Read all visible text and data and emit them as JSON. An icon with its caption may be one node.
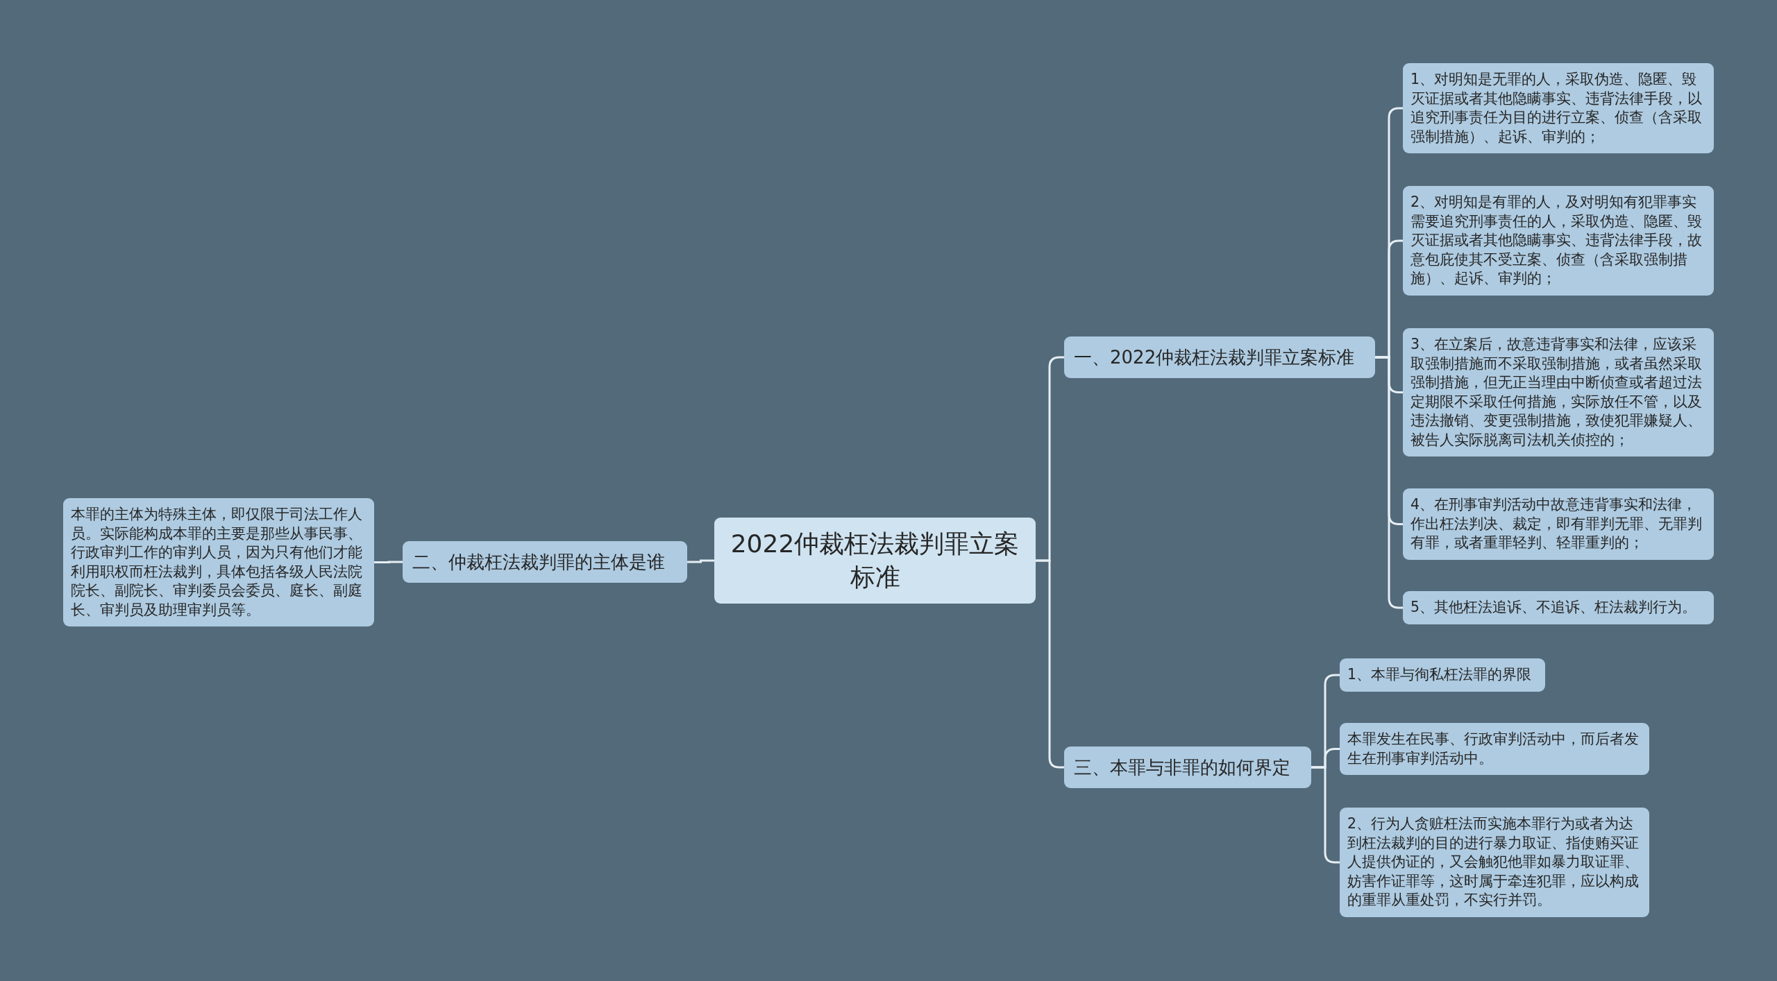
{
  "diagram": {
    "nodes": [
      {
        "text": [
          "2022仲裁枉法裁判罪立案标准"
        ]
      },
      {
        "text": [
          "一、2022仲裁枉法裁判罪立案标准"
        ]
      },
      {
        "text": [
          "1、对明知是无罪的人，采取伪造、隐匿、毁灭证据或者其他隐瞒事实、违背法律手段，以追究刑事责任为目的进行立案、侦查（含采取强制措施）、起诉、审判的；"
        ]
      },
      {
        "text": [
          "2、对明知是有罪的人，及对明知有犯罪事实需要追究刑事责任的人，采取伪造、隐匿、毁灭证据或者其他隐瞒事实、违背法律手段，故意包庇使其不受立案、侦查（含采取强制措施）、起诉、审判的；"
        ]
      },
      {
        "text": [
          "3、在立案后，故意违背事实和法律，应该采取强制措施而不采取强制措施，或者虽然采取强制措施，但无正当理由中断侦查或者超过法定期限不采取任何措施，实际放任不管，以及违法撤销、变更强制措施，致使犯罪嫌疑人、被告人实际脱离司法机关侦控的；"
        ]
      },
      {
        "text": [
          "4、在刑事审判活动中故意违背事实和法律，作出枉法判决、裁定，即有罪判无罪、无罪判有罪，或者重罪轻判、轻罪重判的；"
        ]
      },
      {
        "text": [
          "5、其他枉法追诉、不追诉、枉法裁判行为。"
        ]
      },
      {
        "text": [
          "三、本罪与非罪的如何界定"
        ]
      },
      {
        "text": [
          "1、本罪与徇私枉法罪的界限"
        ]
      },
      {
        "text": [
          "本罪发生在民事、行政审判活动中，而后者发生在刑事审判活动中。"
        ]
      },
      {
        "text": [
          "2、行为人贪赃枉法而实施本罪行为或者为达到枉法裁判的目的进行暴力取证、指使贿买证人提供伪证的，又会触犯他罪如暴力取证罪、妨害作证罪等，这时属于牵连犯罪，应以构成的重罪从重处罚，不实行并罚。"
        ]
      },
      {
        "text": [
          "二、仲裁枉法裁判罪的主体是谁"
        ]
      },
      {
        "text": [
          "本罪的主体为特殊主体，即仅限于司法工作人员。实际能构成本罪的主要是那些从事民事、行政审判工作的审判人员，因为只有他们才能利用职权而枉法裁判，具体包括各级人民法院院长、副院长、审判委员会委员、庭长、副庭长、审判员及助理审判员等。"
        ]
      }
    ],
    "edges": [
      {
        "from": 0,
        "to": 1,
        "arrow": "none"
      },
      {
        "from": 1,
        "to": 2,
        "arrow": "none"
      },
      {
        "from": 1,
        "to": 3,
        "arrow": "none"
      },
      {
        "from": 1,
        "to": 4,
        "arrow": "none"
      },
      {
        "from": 1,
        "to": 5,
        "arrow": "none"
      },
      {
        "from": 1,
        "to": 6,
        "arrow": "none"
      },
      {
        "from": 0,
        "to": 7,
        "arrow": "none"
      },
      {
        "from": 7,
        "to": 8,
        "arrow": "none"
      },
      {
        "from": 7,
        "to": 9,
        "arrow": "none"
      },
      {
        "from": 7,
        "to": 10,
        "arrow": "none"
      },
      {
        "from": 0,
        "to": 11,
        "arrow": "none"
      },
      {
        "from": 11,
        "to": 12,
        "arrow": "none"
      }
    ]
  }
}
